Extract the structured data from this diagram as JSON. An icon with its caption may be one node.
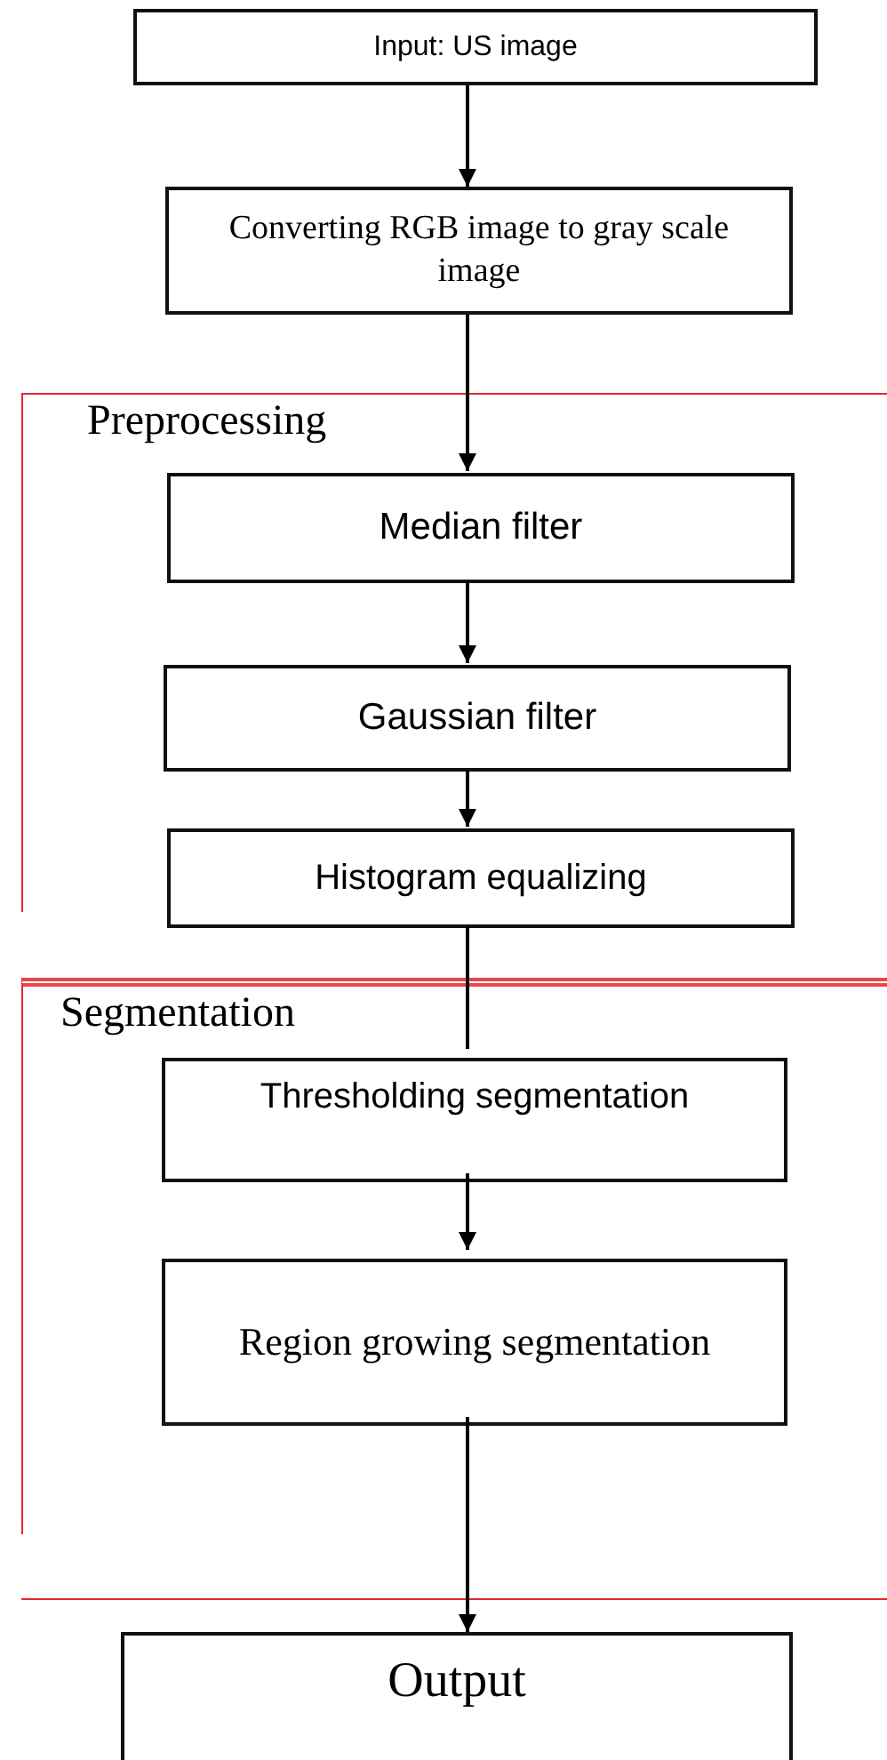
{
  "diagram": {
    "nodes": [
      {
        "text": [
          "Input: US image"
        ]
      },
      {
        "text": [
          "Converting RGB image to gray scale image"
        ]
      },
      {
        "text": [
          "Preprocessing"
        ]
      },
      {
        "text": [
          "Median filter"
        ],
        "in": 2
      },
      {
        "text": [
          "Gaussian filter"
        ],
        "in": 2
      },
      {
        "text": [
          "Histogram equalizing"
        ],
        "in": 2
      },
      {
        "text": [
          "Segmentation"
        ]
      },
      {
        "text": [
          "Thresholding segmentation"
        ],
        "in": 6
      },
      {
        "text": [
          "Region growing segmentation"
        ],
        "in": 6
      },
      {
        "text": [
          "Output"
        ]
      }
    ],
    "edges": [
      {
        "from": 0,
        "to": 1,
        "arrow": "to"
      },
      {
        "from": 1,
        "to": 3,
        "arrow": "to"
      },
      {
        "from": 3,
        "to": 4,
        "arrow": "to"
      },
      {
        "from": 4,
        "to": 5,
        "arrow": "to"
      },
      {
        "from": 5,
        "to": 7,
        "arrow": "none"
      },
      {
        "from": 7,
        "to": 8,
        "arrow": "to"
      },
      {
        "from": 8,
        "to": 9,
        "arrow": "to"
      }
    ]
  }
}
